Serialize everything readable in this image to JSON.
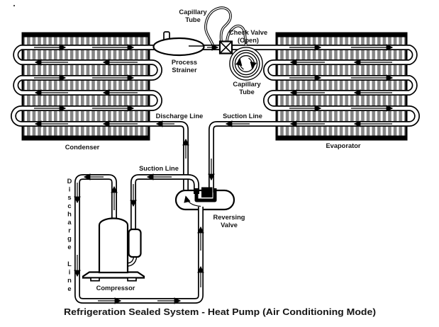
{
  "diagram_title": "Refrigeration Sealed System - Heat Pump (Air Conditioning Mode)",
  "labels": {
    "capillary_tube_top": {
      "line1": "Capillary",
      "line2": "Tube"
    },
    "check_valve": {
      "line1": "Check Valve",
      "line2": "(Open)"
    },
    "process_strainer": {
      "line1": "Process",
      "line2": "Strainer"
    },
    "capillary_tube_coil": {
      "line1": "Capillary",
      "line2": "Tube"
    },
    "discharge_line_top": "Discharge Line",
    "suction_line_top": "Suction Line",
    "condenser": "Condenser",
    "evaporator": "Evaporator",
    "suction_line_compressor": "Suction Line",
    "reversing_valve": {
      "line1": "Reversing",
      "line2": "Valve"
    },
    "compressor": "Compressor",
    "discharge_line_vertical": [
      "D",
      "i",
      "s",
      "c",
      "h",
      "a",
      "r",
      "g",
      "e"
    ],
    "discharge_line_vertical2": [
      "L",
      "i",
      "n",
      "e"
    ]
  },
  "colors": {
    "line": "#000000",
    "fin_gray": "#858585",
    "background": "#ffffff",
    "text": "#151515"
  }
}
